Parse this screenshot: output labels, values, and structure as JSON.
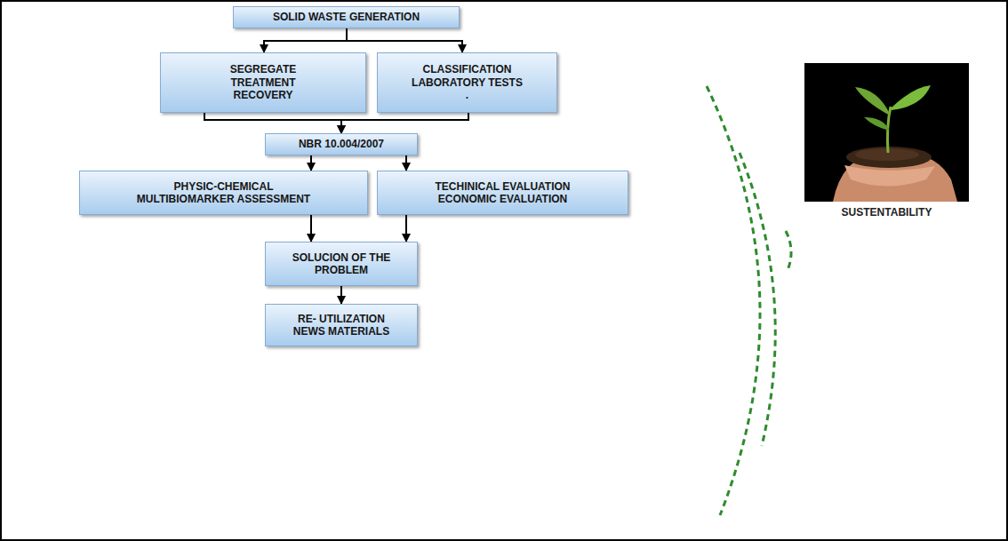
{
  "diagram": {
    "nodes": [
      {
        "text": [
          "SOLID WASTE GENERATION"
        ]
      },
      {
        "text": [
          "SEGREGATE TREATMENT RECOVERY"
        ]
      },
      {
        "text": [
          "CLASSIFICATION LABORATORY TESTS ."
        ]
      },
      {
        "text": [
          "NBR 10.004/2007"
        ]
      },
      {
        "text": [
          "PHYSIC-CHEMICAL MULTIBIOMARKER ASSESSMENT"
        ]
      },
      {
        "text": [
          "TECHINICAL EVALUATION ECONOMIC EVALUATION"
        ]
      },
      {
        "text": [
          "SOLUCION OF THE PROBLEM"
        ]
      },
      {
        "text": [
          "RE- UTILIZATION NEWS MATERIALS"
        ]
      }
    ],
    "edges": [
      {
        "from": 0,
        "to": 1,
        "arrow": "to"
      },
      {
        "from": 0,
        "to": 2,
        "arrow": "to"
      },
      {
        "from": 1,
        "to": 3,
        "arrow": "to"
      },
      {
        "from": 2,
        "to": 3,
        "arrow": "to"
      },
      {
        "from": 3,
        "to": 4,
        "arrow": "to"
      },
      {
        "from": 3,
        "to": 5,
        "arrow": "to"
      },
      {
        "from": 4,
        "to": 6,
        "arrow": "to"
      },
      {
        "from": 5,
        "to": 6,
        "arrow": "to"
      },
      {
        "from": 6,
        "to": 7,
        "arrow": "to"
      }
    ],
    "labels": [
      "SUSTENTABILITY"
    ]
  }
}
